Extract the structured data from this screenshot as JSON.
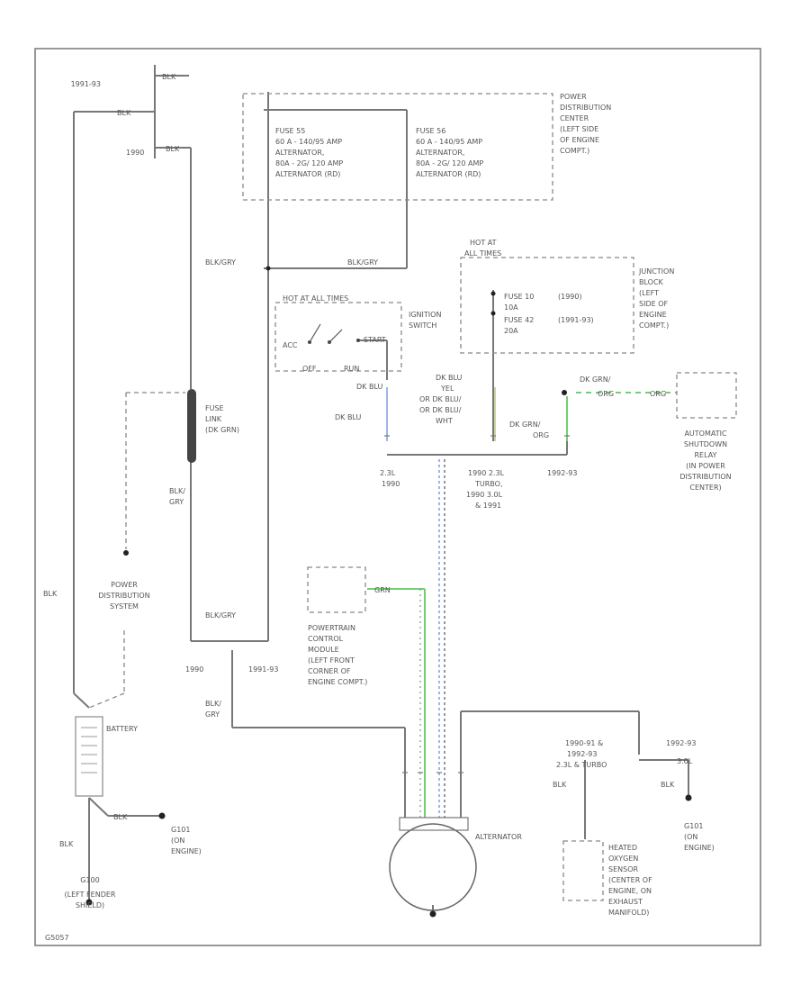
{
  "wires": {
    "f1": "1991-93",
    "w1": "BLK",
    "f2": "1990",
    "w2": "BLK",
    "w_bg_mid": "BLK/GRY",
    "w_bg_pdc": "BLK/GRY",
    "w_bg_low": "BLK/GRY",
    "w_blk_left": "BLK",
    "fl1": "FUSE",
    "fl2": "LINK",
    "fl3": "(DK GRN)",
    "w_blk_gry_1": "BLK/",
    "w_blk_gry_2": "GRY",
    "f_low_1990": "1990",
    "f_low_9193": "1991-93",
    "w_low_bg1": "BLK/",
    "w_low_bg2": "GRY",
    "w_gnd_left": "BLK",
    "w_dkblu_top": "DK BLU",
    "w_dkblu": "DK BLU",
    "w_y1": "YEL",
    "w_y2": "OR DK BLU/",
    "w_y3": "OR DK BLU/",
    "w_y4": "WHT",
    "w_dkgrn_1": "DK GRN/",
    "w_dkgrn_2": "ORG",
    "w_dkgrn_top1": "DK GRN/",
    "w_dkgrn_top2": "ORG",
    "f_23l_1": "2.3L",
    "f_23l_2": "1990",
    "f_mid_1": "1990 2.3L",
    "f_mid_2": "TURBO,",
    "f_mid_3": "1990 3.0L",
    "f_mid_4": "& 1991",
    "f_9293": "1992-93",
    "w_grn_pcm": "GRN",
    "f_r1": "1990-91 &",
    "f_r2": "1992-93",
    "f_r3": "2.3L & TURBO",
    "f_r4": "1992-93",
    "f_r5": "3.0L",
    "w_blk_r1": "BLK",
    "w_blk_r2": "BLK",
    "w_bat_gnd": "BLK"
  },
  "pdc": {
    "fuse55": [
      "FUSE 55",
      "60 A - 140/95 AMP",
      "ALTERNATOR,",
      "80A  - 2G/ 120 AMP",
      "ALTERNATOR (RD)"
    ],
    "fuse56": [
      "FUSE 56",
      "60 A - 140/95 AMP",
      "ALTERNATOR,",
      "80A  - 2G/ 120 AMP",
      "ALTERNATOR (RD)"
    ],
    "label": [
      "POWER",
      "DISTRIBUTION",
      "CENTER",
      "(LEFT SIDE",
      "OF ENGINE",
      "COMPT.)"
    ]
  },
  "junction_block": {
    "hot": [
      "HOT AT",
      "ALL TIMES"
    ],
    "fuse10": [
      "FUSE 10",
      "10A",
      "(1990)"
    ],
    "fuse42": [
      "FUSE 42",
      "20A",
      "(1991-93)"
    ],
    "label": [
      "JUNCTION",
      "BLOCK",
      "(LEFT",
      "SIDE OF",
      "ENGINE",
      "COMPT.)"
    ]
  },
  "ignition": {
    "hot": "HOT AT ALL TIMES",
    "label": [
      "IGNITION",
      "SWITCH"
    ],
    "acc": "ACC",
    "off": "OFF",
    "run": "RUN",
    "start": "START"
  },
  "components": {
    "asd": [
      "AUTOMATIC",
      "SHUTDOWN",
      "RELAY",
      "(IN POWER",
      "DISTRIBUTION",
      "CENTER)"
    ],
    "pds": [
      "POWER",
      "DISTRIBUTION",
      "SYSTEM"
    ],
    "pcm": [
      "POWERTRAIN",
      "CONTROL",
      "MODULE",
      "(LEFT FRONT",
      "CORNER OF",
      "ENGINE COMPT.)"
    ],
    "battery": "BATTERY",
    "g101_left": [
      "G101",
      "(ON",
      "ENGINE)"
    ],
    "g100": [
      "G100",
      "(LEFT FENDER",
      "SHIELD)"
    ],
    "alternator": "ALTERNATOR",
    "heated_o2": [
      "HEATED",
      "OXYGEN",
      "SENSOR",
      "(CENTER OF",
      "ENGINE, ON",
      "EXHAUST",
      "MANIFOLD)"
    ],
    "g101_right": [
      "G101",
      "(ON",
      "ENGINE)"
    ]
  },
  "figure_id": "G5057"
}
